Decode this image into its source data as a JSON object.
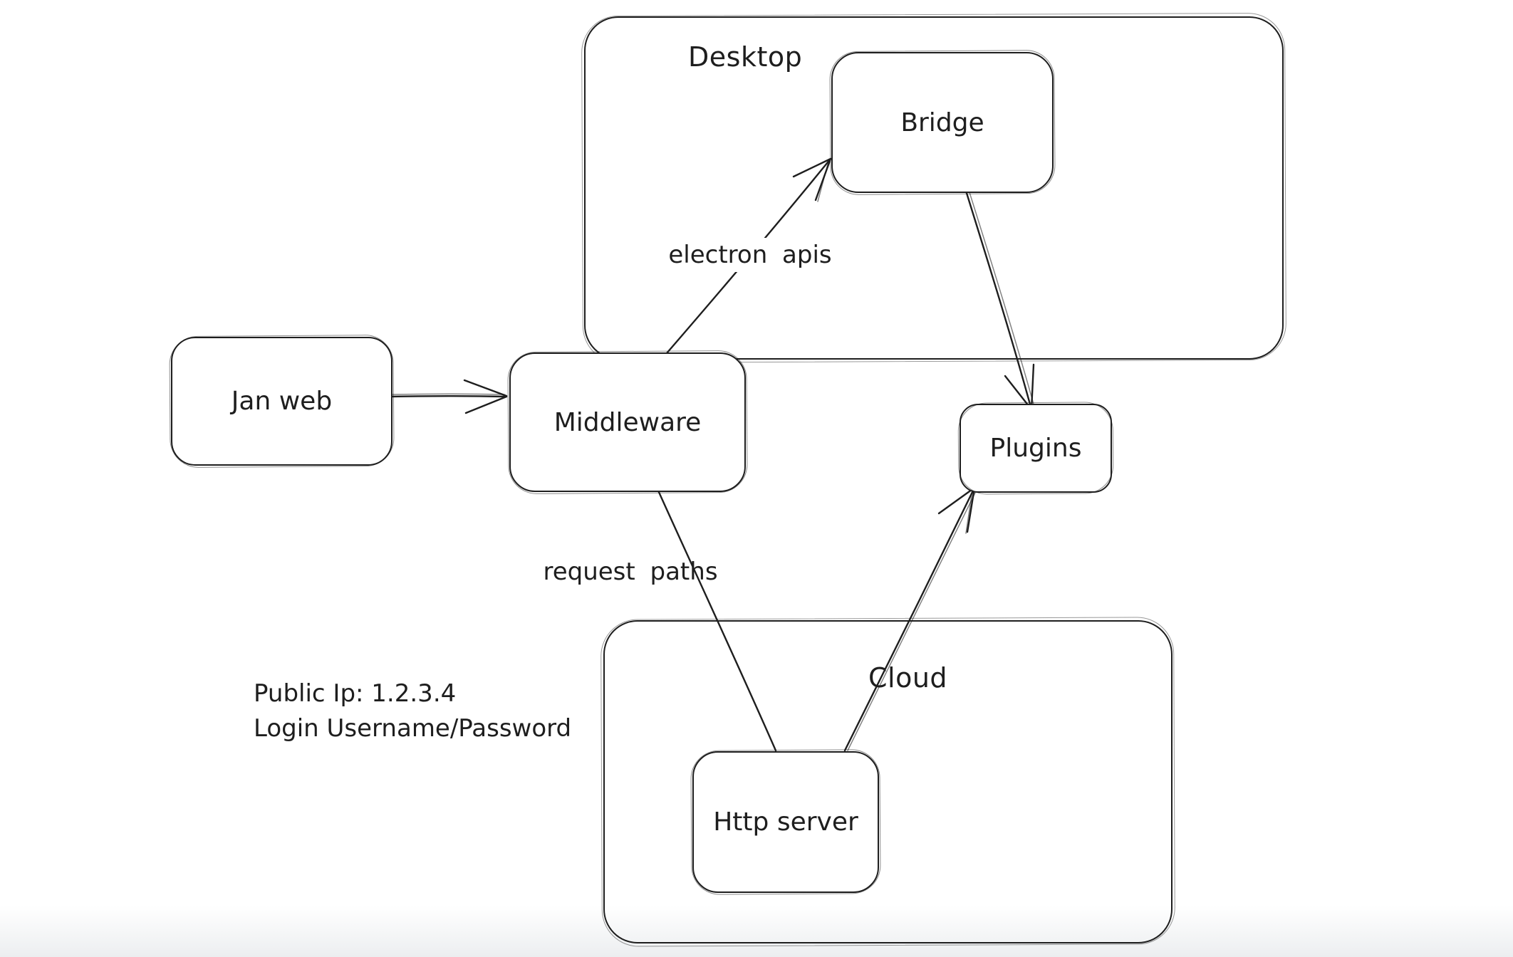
{
  "canvas": {
    "background": "#ffffff",
    "stroke": "#1e1e1e"
  },
  "containers": [
    {
      "label": "Desktop"
    },
    {
      "label": "Cloud"
    }
  ],
  "nodes": [
    {
      "label": "Jan web"
    },
    {
      "label": "Middleware"
    },
    {
      "label": "Bridge"
    },
    {
      "label": "Plugins"
    },
    {
      "label": "Http server"
    }
  ],
  "edges": [
    {
      "from": "Jan web",
      "to": "Middleware",
      "label": ""
    },
    {
      "from": "Middleware",
      "to": "Bridge",
      "label": "electron apis"
    },
    {
      "from": "Bridge",
      "to": "Plugins",
      "label": ""
    },
    {
      "from": "Middleware",
      "to": "Http server",
      "label": "request paths"
    },
    {
      "from": "Http server",
      "to": "Plugins",
      "label": ""
    }
  ],
  "annotation": {
    "line1": "Public Ip: 1.2.3.4",
    "line2": "Login Username/Password"
  }
}
